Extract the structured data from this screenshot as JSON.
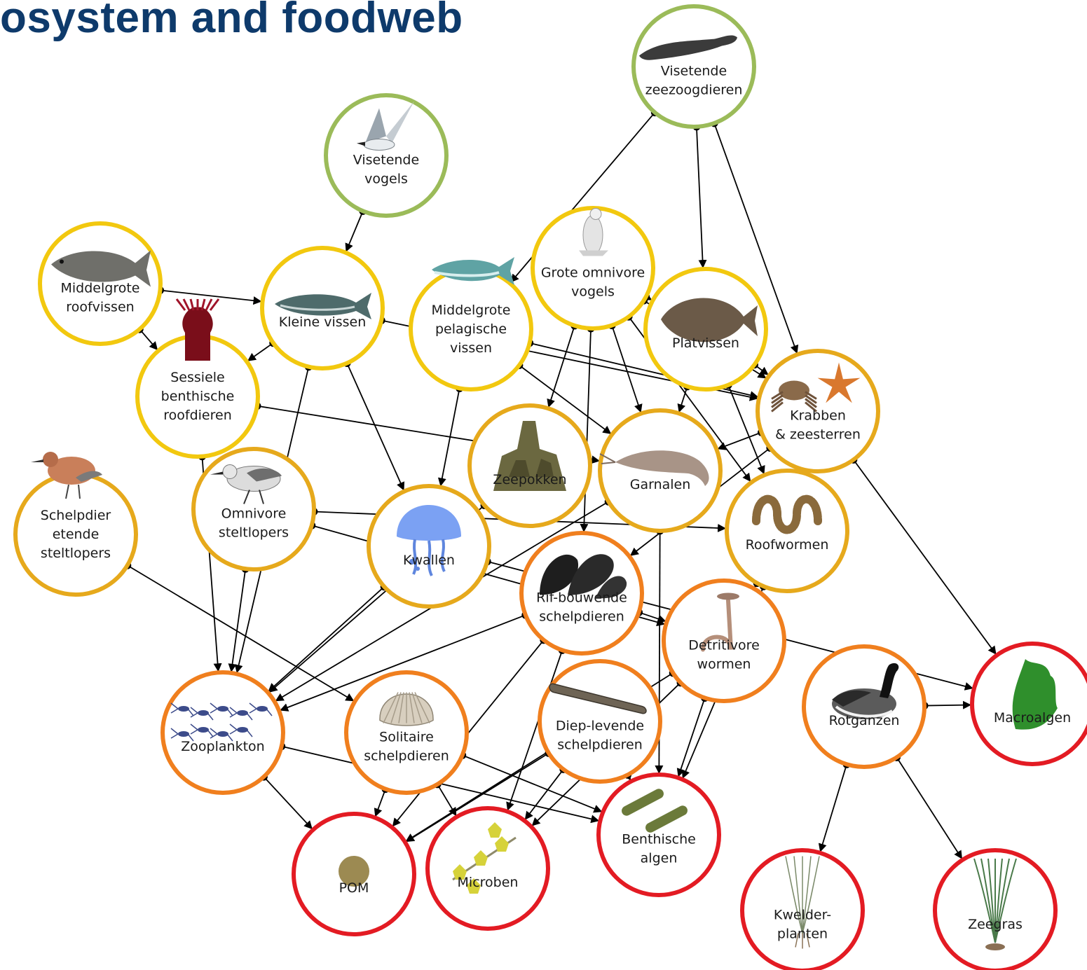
{
  "page": {
    "title": "osystem and foodweb"
  },
  "colors": {
    "top_predator": "#9bbb59",
    "predator": "#f2c80f",
    "mid": "#e6a91c",
    "lower": "#f07f1e",
    "producer": "#e31b23",
    "title": "#0e3a6b",
    "edge": "#000000"
  },
  "nodes": [
    {
      "id": "visetende-zeezoogdieren",
      "lines": [
        "Visetende",
        "zeezoogdieren"
      ],
      "level": "top_predator",
      "icon": "seal-icon"
    },
    {
      "id": "visetende-vogels",
      "lines": [
        "Visetende",
        "vogels"
      ],
      "level": "top_predator",
      "icon": "tern-icon"
    },
    {
      "id": "middelgrote-roofvissen",
      "lines": [
        "Middelgrote",
        "roofvissen"
      ],
      "level": "predator",
      "icon": "bass-fish-icon"
    },
    {
      "id": "kleine-vissen",
      "lines": [
        "Kleine vissen"
      ],
      "level": "predator",
      "icon": "small-fish-icon"
    },
    {
      "id": "middelgrote-pelagische-vissen",
      "lines": [
        "Middelgrote",
        "pelagische",
        "vissen"
      ],
      "level": "predator",
      "icon": "herring-icon"
    },
    {
      "id": "grote-omnivore-vogels",
      "lines": [
        "Grote omnivore",
        "vogels"
      ],
      "level": "predator",
      "icon": "gull-icon"
    },
    {
      "id": "platvissen",
      "lines": [
        "Platvissen"
      ],
      "level": "predator",
      "icon": "flatfish-icon"
    },
    {
      "id": "sessiele-benthische-roofdieren",
      "lines": [
        "Sessiele",
        "benthische",
        "roofdieren"
      ],
      "level": "predator",
      "icon": "anemone-icon"
    },
    {
      "id": "krabben-zeesterren",
      "lines": [
        "Krabben",
        "& zeesterren"
      ],
      "level": "mid",
      "icon": "crab-starfish-icon"
    },
    {
      "id": "schelpdier-etende-steltlopers",
      "lines": [
        "Schelpdier",
        "etende",
        "steltlopers"
      ],
      "level": "mid",
      "icon": "knot-bird-icon"
    },
    {
      "id": "omnivore-steltlopers",
      "lines": [
        "Omnivore",
        "steltlopers"
      ],
      "level": "mid",
      "icon": "sanderling-icon"
    },
    {
      "id": "kwallen",
      "lines": [
        "Kwallen"
      ],
      "level": "mid",
      "icon": "jellyfish-icon"
    },
    {
      "id": "zeepokken",
      "lines": [
        "Zeepokken"
      ],
      "level": "mid",
      "icon": "barnacle-icon"
    },
    {
      "id": "garnalen",
      "lines": [
        "Garnalen"
      ],
      "level": "mid",
      "icon": "shrimp-icon"
    },
    {
      "id": "roofwormen",
      "lines": [
        "Roofwormen"
      ],
      "level": "mid",
      "icon": "ragworm-icon"
    },
    {
      "id": "rif-bouwende-schelpdieren",
      "lines": [
        "Rif-bouwende",
        "schelpdieren"
      ],
      "level": "lower",
      "icon": "mussel-icon"
    },
    {
      "id": "detritivore-wormen",
      "lines": [
        "Detritivore",
        "wormen"
      ],
      "level": "lower",
      "icon": "lugworm-icon"
    },
    {
      "id": "zooplankton",
      "lines": [
        "Zooplankton"
      ],
      "level": "lower",
      "icon": "copepod-icon"
    },
    {
      "id": "solitaire-schelpdieren",
      "lines": [
        "Solitaire",
        "schelpdieren"
      ],
      "level": "lower",
      "icon": "cockle-icon"
    },
    {
      "id": "diep-levende-schelpdieren",
      "lines": [
        "Diep-levende",
        "schelpdieren"
      ],
      "level": "lower",
      "icon": "razor-clam-icon"
    },
    {
      "id": "rotganzen",
      "lines": [
        "Rotganzen"
      ],
      "level": "lower",
      "icon": "brent-goose-icon"
    },
    {
      "id": "macroalgen",
      "lines": [
        "Macroalgen"
      ],
      "level": "producer",
      "icon": "seaweed-icon"
    },
    {
      "id": "pom",
      "lines": [
        "POM"
      ],
      "level": "producer",
      "icon": "particle-icon"
    },
    {
      "id": "microben",
      "lines": [
        "Microben"
      ],
      "level": "producer",
      "icon": "microbe-icon"
    },
    {
      "id": "benthische-algen",
      "lines": [
        "Benthische",
        "algen"
      ],
      "level": "producer",
      "icon": "diatom-icon"
    },
    {
      "id": "kwelder-planten",
      "lines": [
        "Kwelder-",
        "planten"
      ],
      "level": "producer",
      "icon": "saltmarsh-plant-icon"
    },
    {
      "id": "zeegras",
      "lines": [
        "Zeegras"
      ],
      "level": "producer",
      "icon": "seagrass-icon"
    }
  ],
  "edges": [
    [
      "visetende-zeezoogdieren",
      "middelgrote-pelagische-vissen"
    ],
    [
      "visetende-zeezoogdieren",
      "platvissen"
    ],
    [
      "visetende-zeezoogdieren",
      "krabben-zeesterren"
    ],
    [
      "visetende-vogels",
      "kleine-vissen"
    ],
    [
      "middelgrote-roofvissen",
      "kleine-vissen"
    ],
    [
      "middelgrote-roofvissen",
      "sessiele-benthische-roofdieren"
    ],
    [
      "kleine-vissen",
      "sessiele-benthische-roofdieren"
    ],
    [
      "kleine-vissen",
      "kwallen"
    ],
    [
      "kleine-vissen",
      "krabben-zeesterren"
    ],
    [
      "kleine-vissen",
      "zooplankton"
    ],
    [
      "middelgrote-pelagische-vissen",
      "kwallen"
    ],
    [
      "middelgrote-pelagische-vissen",
      "garnalen"
    ],
    [
      "middelgrote-pelagische-vissen",
      "krabben-zeesterren"
    ],
    [
      "grote-omnivore-vogels",
      "platvissen"
    ],
    [
      "grote-omnivore-vogels",
      "krabben-zeesterren"
    ],
    [
      "grote-omnivore-vogels",
      "garnalen"
    ],
    [
      "grote-omnivore-vogels",
      "zeepokken"
    ],
    [
      "grote-omnivore-vogels",
      "rif-bouwende-schelpdieren"
    ],
    [
      "grote-omnivore-vogels",
      "roofwormen"
    ],
    [
      "platvissen",
      "krabben-zeesterren"
    ],
    [
      "platvissen",
      "garnalen"
    ],
    [
      "platvissen",
      "roofwormen"
    ],
    [
      "sessiele-benthische-roofdieren",
      "garnalen"
    ],
    [
      "sessiele-benthische-roofdieren",
      "zooplankton"
    ],
    [
      "krabben-zeesterren",
      "garnalen"
    ],
    [
      "krabben-zeesterren",
      "roofwormen"
    ],
    [
      "krabben-zeesterren",
      "rif-bouwende-schelpdieren"
    ],
    [
      "krabben-zeesterren",
      "macroalgen"
    ],
    [
      "schelpdier-etende-steltlopers",
      "solitaire-schelpdieren"
    ],
    [
      "omnivore-steltlopers",
      "roofwormen"
    ],
    [
      "omnivore-steltlopers",
      "zooplankton"
    ],
    [
      "omnivore-steltlopers",
      "detritivore-wormen"
    ],
    [
      "kwallen",
      "zooplankton"
    ],
    [
      "kwallen",
      "macroalgen"
    ],
    [
      "zeepokken",
      "zooplankton"
    ],
    [
      "garnalen",
      "zooplankton"
    ],
    [
      "garnalen",
      "benthische-algen"
    ],
    [
      "roofwormen",
      "detritivore-wormen"
    ],
    [
      "roofwormen",
      "benthische-algen"
    ],
    [
      "rif-bouwende-schelpdieren",
      "zooplankton"
    ],
    [
      "rif-bouwende-schelpdieren",
      "pom"
    ],
    [
      "rif-bouwende-schelpdieren",
      "microben"
    ],
    [
      "rif-bouwende-schelpdieren",
      "detritivore-wormen"
    ],
    [
      "detritivore-wormen",
      "microben"
    ],
    [
      "detritivore-wormen",
      "benthische-algen"
    ],
    [
      "detritivore-wormen",
      "pom"
    ],
    [
      "zooplankton",
      "pom"
    ],
    [
      "zooplankton",
      "benthische-algen"
    ],
    [
      "solitaire-schelpdieren",
      "pom"
    ],
    [
      "solitaire-schelpdieren",
      "microben"
    ],
    [
      "solitaire-schelpdieren",
      "benthische-algen"
    ],
    [
      "diep-levende-schelpdieren",
      "pom"
    ],
    [
      "diep-levende-schelpdieren",
      "microben"
    ],
    [
      "diep-levende-schelpdieren",
      "benthische-algen"
    ],
    [
      "rotganzen",
      "macroalgen"
    ],
    [
      "rotganzen",
      "kwelder-planten"
    ],
    [
      "rotganzen",
      "zeegras"
    ]
  ]
}
